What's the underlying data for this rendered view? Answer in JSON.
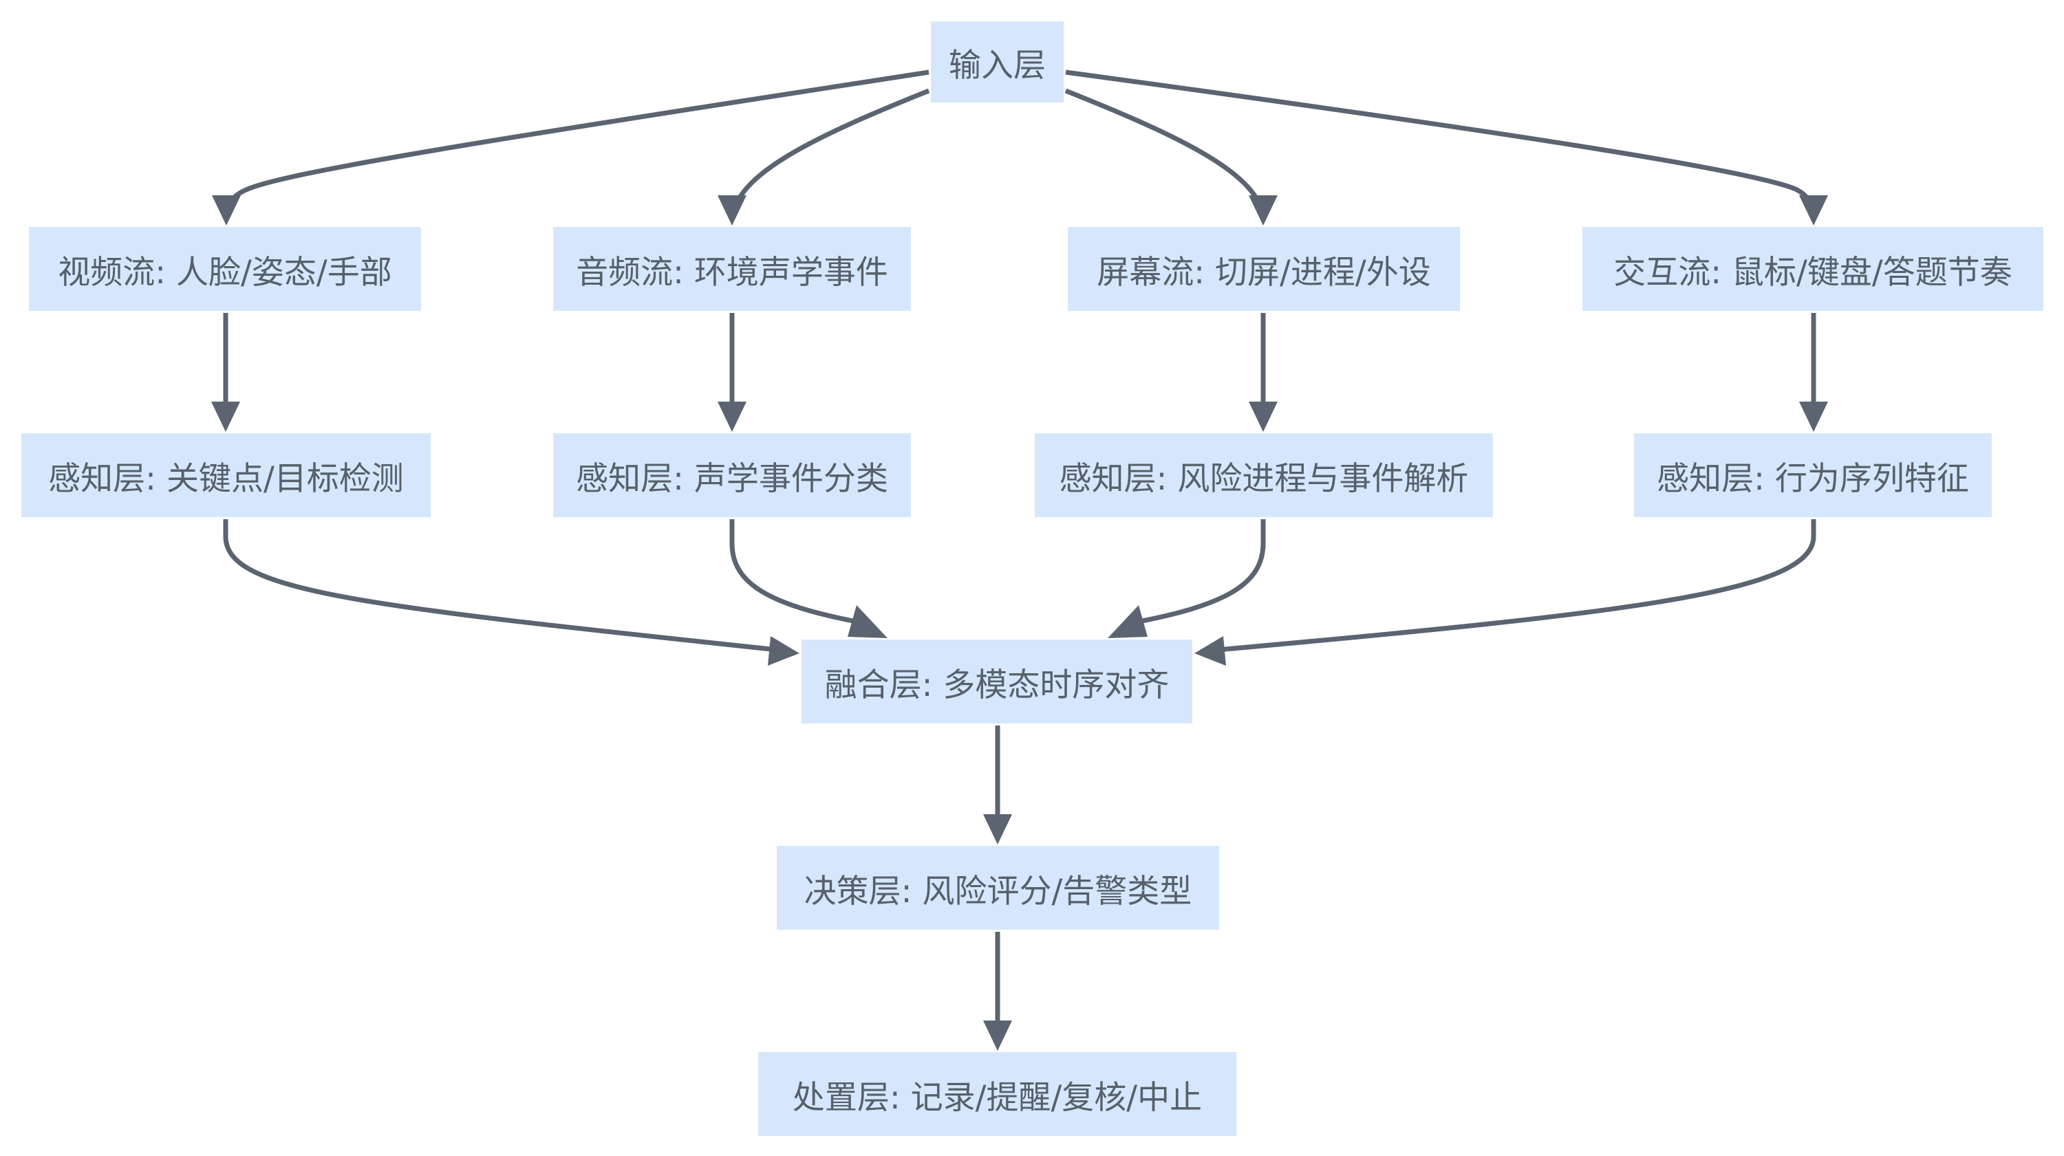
{
  "diagram": {
    "type": "flowchart",
    "direction": "top-down",
    "colors": {
      "node_fill": "#d6e7fd",
      "node_text": "#57606b",
      "edge": "#5b6470",
      "background": "#ffffff"
    },
    "nodes": {
      "input": {
        "label": "输入层"
      },
      "video": {
        "label": "视频流: 人脸/姿态/手部"
      },
      "audio": {
        "label": "音频流: 环境声学事件"
      },
      "screen": {
        "label": "屏幕流: 切屏/进程/外设"
      },
      "interact": {
        "label": "交互流: 鼠标/键盘/答题节奏"
      },
      "p_video": {
        "label": "感知层: 关键点/目标检测"
      },
      "p_audio": {
        "label": "感知层: 声学事件分类"
      },
      "p_screen": {
        "label": "感知层: 风险进程与事件解析"
      },
      "p_interact": {
        "label": "感知层: 行为序列特征"
      },
      "fusion": {
        "label": "融合层: 多模态时序对齐"
      },
      "decision": {
        "label": "决策层: 风险评分/告警类型"
      },
      "action": {
        "label": "处置层: 记录/提醒/复核/中止"
      }
    },
    "edges": [
      {
        "from": "input",
        "to": "video"
      },
      {
        "from": "input",
        "to": "audio"
      },
      {
        "from": "input",
        "to": "screen"
      },
      {
        "from": "input",
        "to": "interact"
      },
      {
        "from": "video",
        "to": "p_video"
      },
      {
        "from": "audio",
        "to": "p_audio"
      },
      {
        "from": "screen",
        "to": "p_screen"
      },
      {
        "from": "interact",
        "to": "p_interact"
      },
      {
        "from": "p_video",
        "to": "fusion"
      },
      {
        "from": "p_audio",
        "to": "fusion"
      },
      {
        "from": "p_screen",
        "to": "fusion"
      },
      {
        "from": "p_interact",
        "to": "fusion"
      },
      {
        "from": "fusion",
        "to": "decision"
      },
      {
        "from": "decision",
        "to": "action"
      }
    ]
  }
}
